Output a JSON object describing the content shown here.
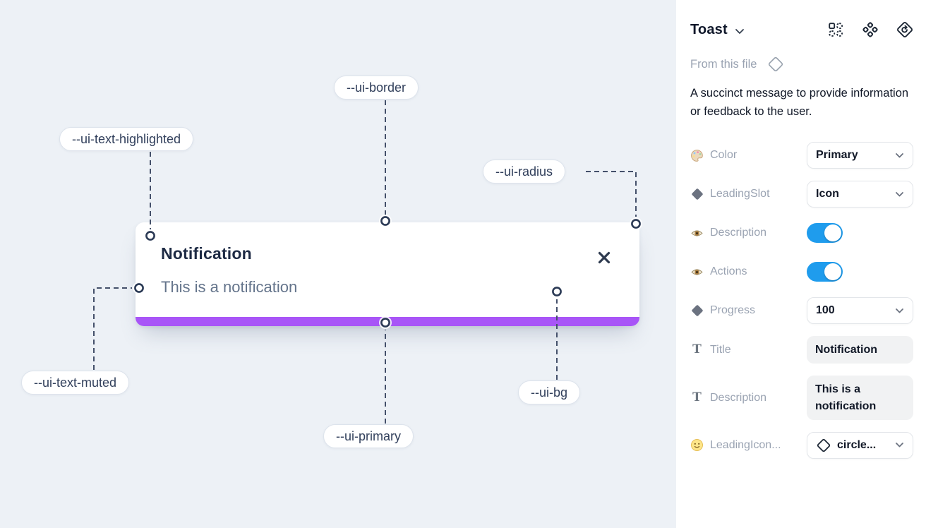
{
  "canvas": {
    "background_color": "#edf1f6",
    "toast": {
      "title": "Notification",
      "description": "This is a notification",
      "progress_color": "#a855f7"
    },
    "labels": {
      "border": "--ui-border",
      "text_highlighted": "--ui-text-highlighted",
      "radius": "--ui-radius",
      "text_muted": "--ui-text-muted",
      "primary": "--ui-primary",
      "bg": "--ui-bg"
    }
  },
  "panel": {
    "title": "Toast",
    "source_label": "From this file",
    "description": "A succinct message to provide information or feedback to the user.",
    "header_icons": [
      "swap-instance-icon",
      "component-set-icon",
      "return-to-component-icon"
    ],
    "accent": {
      "toggle_on": "#1f9ced"
    },
    "properties": [
      {
        "icon": "palette",
        "label": "Color",
        "type": "dropdown",
        "value": "Primary"
      },
      {
        "icon": "diamond",
        "label": "LeadingSlot",
        "type": "dropdown",
        "value": "Icon"
      },
      {
        "icon": "eye",
        "label": "Description",
        "type": "toggle",
        "value": "on"
      },
      {
        "icon": "eye",
        "label": "Actions",
        "type": "toggle",
        "value": "on"
      },
      {
        "icon": "diamond",
        "label": "Progress",
        "type": "dropdown",
        "value": "100"
      },
      {
        "icon": "text",
        "label": "Title",
        "type": "textfield",
        "value": "Notification"
      },
      {
        "icon": "text",
        "label": "Description",
        "type": "textfield",
        "value": "This is a notification"
      },
      {
        "icon": "smiley",
        "label": "LeadingIcon...",
        "type": "dropdown",
        "value": "circle..."
      }
    ]
  }
}
